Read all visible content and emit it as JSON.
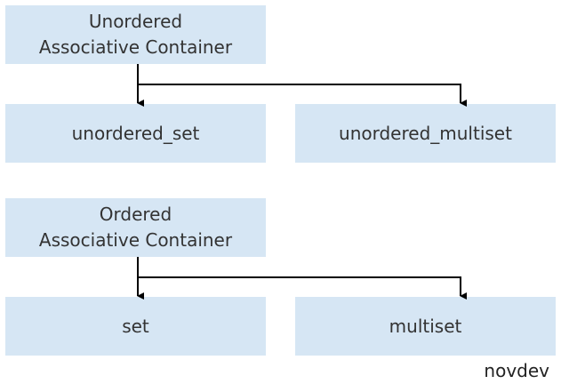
{
  "diagram": {
    "groups": [
      {
        "parent": "Unordered\nAssociative Container",
        "children": [
          "unordered_set",
          "unordered_multiset"
        ]
      },
      {
        "parent": "Ordered\nAssociative Container",
        "children": [
          "set",
          "multiset"
        ]
      }
    ]
  },
  "watermark": "novdev",
  "colors": {
    "box_fill": "#d6e6f4",
    "line": "#000000",
    "text": "#333333"
  }
}
